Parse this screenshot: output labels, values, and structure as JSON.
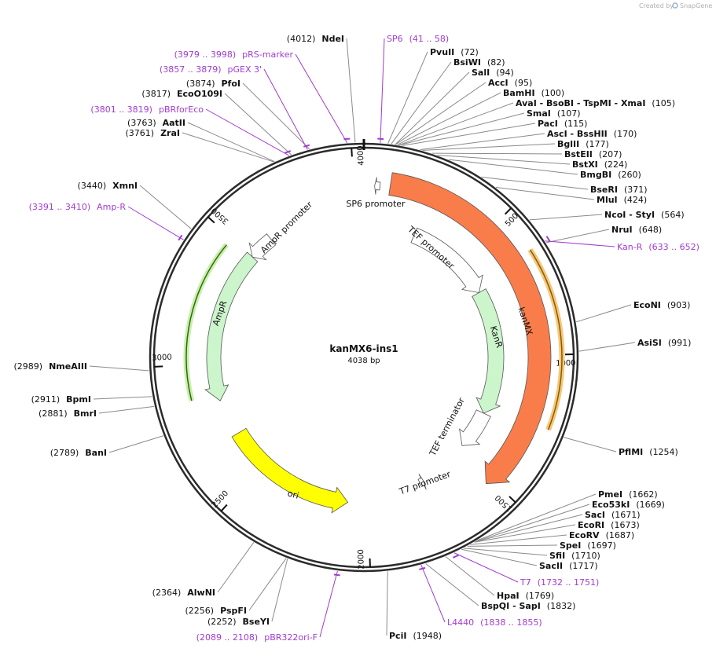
{
  "credit": {
    "text": "Created by",
    "brand": "SnapGene"
  },
  "plasmid": {
    "name": "kanMX6-ins1",
    "length_text": "4038 bp",
    "length": 4038
  },
  "tick_marks": [
    {
      "label": "500",
      "pos": 500
    },
    {
      "label": "1000",
      "pos": 1000
    },
    {
      "label": "1500",
      "pos": 1500
    },
    {
      "label": "2000",
      "pos": 2000
    },
    {
      "label": "2500",
      "pos": 2500
    },
    {
      "label": "3000",
      "pos": 3000
    },
    {
      "label": "3500",
      "pos": 3500
    },
    {
      "label": "4000",
      "pos": 4000
    }
  ],
  "features": [
    {
      "label": "kanMX",
      "start": 98,
      "end": 1525,
      "strand": 1,
      "color": "#f97d4b"
    },
    {
      "label": "KanR",
      "start": 680,
      "end": 1290,
      "strand": 1,
      "color": "#ccf5cc"
    },
    {
      "label": "TEF promoter",
      "start": 250,
      "end": 680,
      "strand": 1,
      "color": "#ffffff"
    },
    {
      "label": "TEF terminator",
      "start": 1290,
      "end": 1480,
      "strand": 1,
      "color": "#ffffff"
    },
    {
      "label": "SP6 promoter",
      "start": 40,
      "end": 60,
      "strand": -1,
      "color": "#ffffff"
    },
    {
      "label": "T7 promoter",
      "start": 1730,
      "end": 1750,
      "strand": -1,
      "color": "#ffffff"
    },
    {
      "label": "ori",
      "start": 2090,
      "end": 2680,
      "strand": -1,
      "color": "#ffff00"
    },
    {
      "label": "AmpR",
      "start": 2840,
      "end": 3500,
      "strand": -1,
      "color": "#ccf5cc"
    },
    {
      "label": "AmpR promoter",
      "start": 3500,
      "end": 3610,
      "strand": -1,
      "color": "#ffffff"
    }
  ],
  "right_labels": [
    {
      "name": "PvuII",
      "num": "(72)",
      "pos": 72
    },
    {
      "name": "BsiWI",
      "num": "(82)",
      "pos": 82
    },
    {
      "name": "SalI",
      "num": "(94)",
      "pos": 94
    },
    {
      "name": "AccI",
      "num": "(95)",
      "pos": 95
    },
    {
      "name": "BamHI",
      "num": "(100)",
      "pos": 100
    },
    {
      "name": "AvaI  - BsoBI  - TspMI  - XmaI",
      "num": "(105)",
      "pos": 105
    },
    {
      "name": "SmaI",
      "num": "(107)",
      "pos": 107
    },
    {
      "name": "PacI",
      "num": "(115)",
      "pos": 115
    },
    {
      "name": "AscI  - BssHII",
      "num": "(170)",
      "pos": 170
    },
    {
      "name": "BglII",
      "num": "(177)",
      "pos": 177
    },
    {
      "name": "BstEII",
      "num": "(207)",
      "pos": 207
    },
    {
      "name": "BstXI",
      "num": "(224)",
      "pos": 224
    },
    {
      "name": "BmgBI",
      "num": "(260)",
      "pos": 260
    },
    {
      "name": "BseRI",
      "num": "(371)",
      "pos": 371
    },
    {
      "name": "MluI",
      "num": "(424)",
      "pos": 424
    },
    {
      "name": "NcoI  - StyI",
      "num": "(564)",
      "pos": 564
    },
    {
      "name": "NruI",
      "num": "(648)",
      "pos": 648
    },
    {
      "name": "EcoNI",
      "num": "(903)",
      "pos": 903
    },
    {
      "name": "AsiSI",
      "num": "(991)",
      "pos": 991
    },
    {
      "name": "PflMI",
      "num": "(1254)",
      "pos": 1254
    },
    {
      "name": "PmeI",
      "num": "(1662)",
      "pos": 1662
    },
    {
      "name": "Eco53kI",
      "num": "(1669)",
      "pos": 1669
    },
    {
      "name": "SacI",
      "num": "(1671)",
      "pos": 1671
    },
    {
      "name": "EcoRI",
      "num": "(1673)",
      "pos": 1673
    },
    {
      "name": "EcoRV",
      "num": "(1687)",
      "pos": 1687
    },
    {
      "name": "SpeI",
      "num": "(1697)",
      "pos": 1697
    },
    {
      "name": "SfiI",
      "num": "(1710)",
      "pos": 1710
    },
    {
      "name": "SacII",
      "num": "(1717)",
      "pos": 1717
    },
    {
      "name": "HpaI",
      "num": "(1769)",
      "pos": 1769
    },
    {
      "name": "BspQI  - SapI",
      "num": "(1832)",
      "pos": 1832
    },
    {
      "name": "PciI",
      "num": "(1948)",
      "pos": 1948
    }
  ],
  "left_labels": [
    {
      "name": "NdeI",
      "num": "(4012)",
      "pos": 4012
    },
    {
      "name": "PfoI",
      "num": "(3874)",
      "pos": 3874
    },
    {
      "name": "EcoO109I",
      "num": "(3817)",
      "pos": 3817
    },
    {
      "name": "AatII",
      "num": "(3763)",
      "pos": 3763
    },
    {
      "name": "ZraI",
      "num": "(3761)",
      "pos": 3761
    },
    {
      "name": "XmnI",
      "num": "(3440)",
      "pos": 3440
    },
    {
      "name": "NmeAIII",
      "num": "(2989)",
      "pos": 2989
    },
    {
      "name": "BpmI",
      "num": "(2911)",
      "pos": 2911
    },
    {
      "name": "BmrI",
      "num": "(2881)",
      "pos": 2881
    },
    {
      "name": "BanI",
      "num": "(2789)",
      "pos": 2789
    },
    {
      "name": "AlwNI",
      "num": "(2364)",
      "pos": 2364
    },
    {
      "name": "PspFI",
      "num": "(2256)",
      "pos": 2256
    },
    {
      "name": "BseYI",
      "num": "(2252)",
      "pos": 2252
    }
  ],
  "primers": [
    {
      "name": "SP6",
      "range": "(41 .. 58)",
      "pos": 49
    },
    {
      "name": "pRS-marker",
      "range": "(3979 .. 3998)",
      "pos": 3988
    },
    {
      "name": "pGEX 3'",
      "range": "(3857 .. 3879)",
      "pos": 3868
    },
    {
      "name": "pBRforEco",
      "range": "(3801 .. 3819)",
      "pos": 3810
    },
    {
      "name": "Amp-R",
      "range": "(3391 .. 3410)",
      "pos": 3400
    },
    {
      "name": "Kan-R",
      "range": "(633 .. 652)",
      "pos": 642
    },
    {
      "name": "T7",
      "range": "(1732 .. 1751)",
      "pos": 1741
    },
    {
      "name": "L4440",
      "range": "(1838 .. 1855)",
      "pos": 1846
    },
    {
      "name": "pBR322ori-F",
      "range": "(2089 .. 2108)",
      "pos": 2098
    }
  ],
  "colors": {
    "backbone": "#2b2b2b",
    "primer": "#a23bd0",
    "leader": "#8a8a8a",
    "orange_arc": "#e8a23a"
  }
}
